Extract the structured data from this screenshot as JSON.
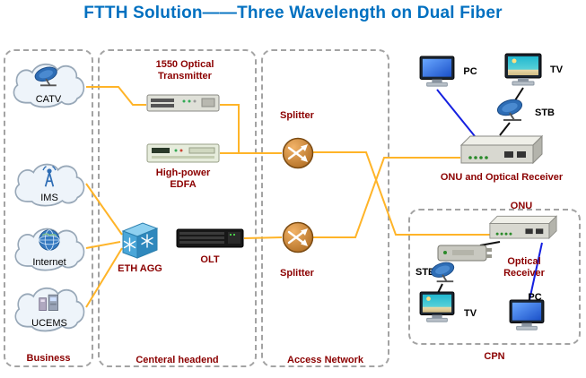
{
  "title": "FTTH Solution——Three Wavelength on Dual Fiber",
  "groups": {
    "business": {
      "label": "Business"
    },
    "headend": {
      "label": "Centeral headend"
    },
    "access": {
      "label": "Access Network"
    },
    "cpn": {
      "label": "CPN"
    }
  },
  "nodes": {
    "catv": {
      "label": "CATV"
    },
    "ims": {
      "label": "IMS"
    },
    "internet": {
      "label": "Internet"
    },
    "ucems": {
      "label": "UCEMS"
    },
    "transmitter": {
      "label": "1550 Optical Transmitter"
    },
    "edfa": {
      "label": "High-power EDFA"
    },
    "eth_agg": {
      "label": "ETH AGG"
    },
    "olt": {
      "label": "OLT"
    },
    "splitter_top": {
      "label": "Splitter"
    },
    "splitter_bottom": {
      "label": "Splitter"
    },
    "pc_top": {
      "label": "PC"
    },
    "tv_top": {
      "label": "TV"
    },
    "stb_top": {
      "label": "STB"
    },
    "onu_receiver": {
      "label": "ONU and Optical Receiver"
    },
    "onu_cpn": {
      "label": "ONU"
    },
    "optical_receiver": {
      "label": "Optical Receiver"
    },
    "stb_cpn": {
      "label": "STB"
    },
    "tv_cpn": {
      "label": "TV"
    },
    "pc_cpn": {
      "label": "PC"
    }
  },
  "colors": {
    "title_blue": "#0070C0",
    "device_label_red": "#8B0000",
    "fiber_line_yellow": "#FFB428",
    "data_line_blue": "#1520E0",
    "av_line_black": "#101010",
    "splitter_orange": "#C8761E"
  }
}
